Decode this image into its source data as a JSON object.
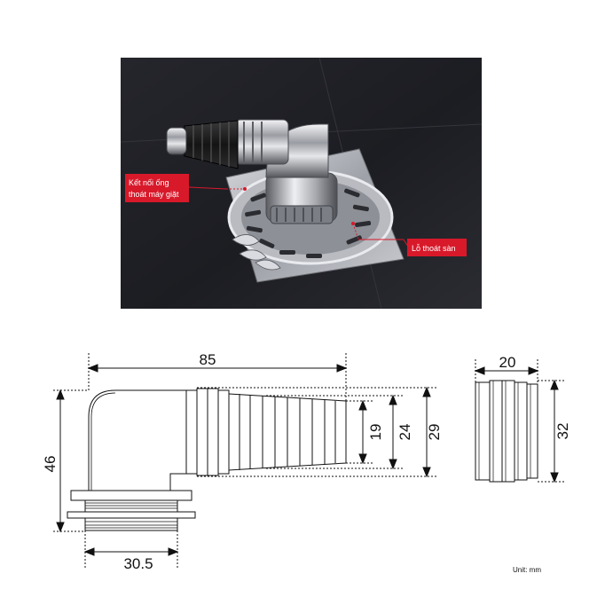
{
  "photo": {
    "callout_washer": "Kết nối ống",
    "callout_washer_line2": "thoát máy giặt",
    "callout_drain": "Lỗ thoát sàn",
    "accent_color": "#d8192a"
  },
  "drawing": {
    "dim_overall_length": "85",
    "dim_height": "46",
    "dim_base_width": "30.5",
    "dim_inner_19": "19",
    "dim_inner_24": "24",
    "dim_outer_29": "29",
    "dim_gasket_width": "20",
    "dim_gasket_height": "32"
  },
  "unit_note": "Unit: mm"
}
